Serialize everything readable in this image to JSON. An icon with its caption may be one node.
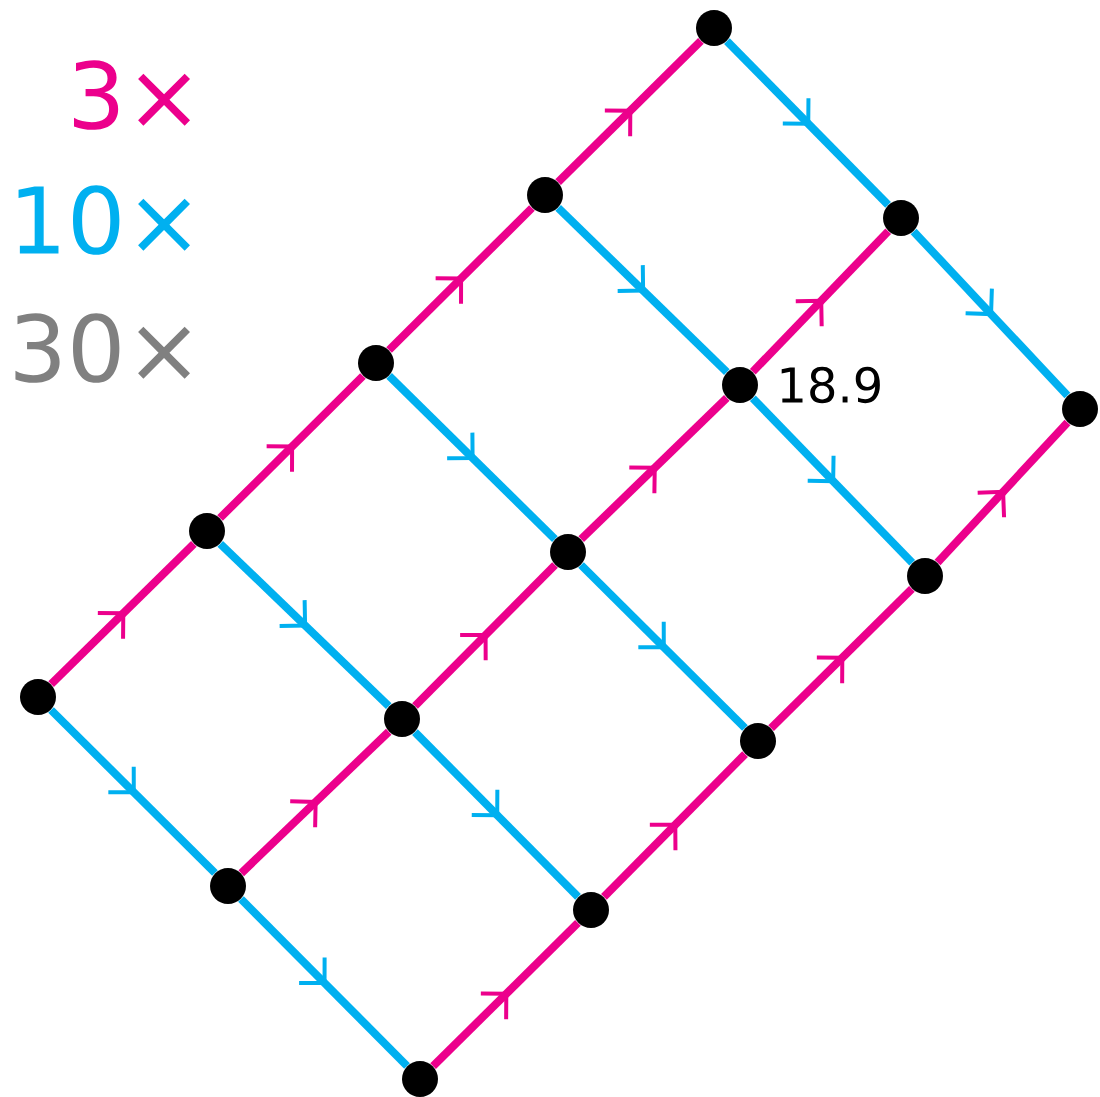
{
  "diagram": {
    "nodes": [
      {
        "text": [],
        "shape": "circle"
      },
      {
        "text": [],
        "shape": "circle"
      },
      {
        "text": [],
        "shape": "circle"
      },
      {
        "text": [],
        "shape": "circle"
      },
      {
        "text": [],
        "shape": "circle"
      },
      {
        "text": [],
        "shape": "circle"
      },
      {
        "text": [],
        "shape": "circle"
      },
      {
        "text": [],
        "shape": "circle"
      },
      {
        "text": [],
        "shape": "circle"
      },
      {
        "text": [],
        "shape": "circle"
      },
      {
        "text": [],
        "shape": "circle",
        "beside": [
          "18.9"
        ]
      },
      {
        "text": [],
        "shape": "circle"
      },
      {
        "text": [],
        "shape": "circle"
      },
      {
        "text": [],
        "shape": "circle"
      },
      {
        "text": [],
        "shape": "circle"
      }
    ],
    "edges": [
      {
        "from": 0,
        "to": 1,
        "arrow": "to"
      },
      {
        "from": 1,
        "to": 3,
        "arrow": "to"
      },
      {
        "from": 3,
        "to": 6,
        "arrow": "to"
      },
      {
        "from": 6,
        "to": 9,
        "arrow": "to"
      },
      {
        "from": 2,
        "to": 4,
        "arrow": "to"
      },
      {
        "from": 4,
        "to": 7,
        "arrow": "to"
      },
      {
        "from": 7,
        "to": 10,
        "arrow": "to"
      },
      {
        "from": 10,
        "to": 12,
        "arrow": "to"
      },
      {
        "from": 5,
        "to": 8,
        "arrow": "to"
      },
      {
        "from": 8,
        "to": 11,
        "arrow": "to"
      },
      {
        "from": 11,
        "to": 13,
        "arrow": "to"
      },
      {
        "from": 13,
        "to": 14,
        "arrow": "to"
      },
      {
        "from": 0,
        "to": 2,
        "arrow": "to",
        "color": "#00b0f0"
      },
      {
        "from": 2,
        "to": 5,
        "arrow": "to",
        "color": "#00b0f0"
      },
      {
        "from": 1,
        "to": 4,
        "arrow": "to",
        "color": "#00b0f0"
      },
      {
        "from": 4,
        "to": 8,
        "arrow": "to",
        "color": "#00b0f0"
      },
      {
        "from": 3,
        "to": 7,
        "arrow": "to",
        "color": "#00b0f0"
      },
      {
        "from": 7,
        "to": 11,
        "arrow": "to",
        "color": "#00b0f0"
      },
      {
        "from": 6,
        "to": 10,
        "arrow": "to",
        "color": "#00b0f0"
      },
      {
        "from": 10,
        "to": 13,
        "arrow": "to",
        "color": "#00b0f0"
      },
      {
        "from": 9,
        "to": 12,
        "arrow": "to",
        "color": "#00b0f0"
      },
      {
        "from": 12,
        "to": 14,
        "arrow": "to",
        "color": "#00b0f0"
      }
    ],
    "labels": [
      "3×",
      "10×",
      "30×"
    ]
  }
}
